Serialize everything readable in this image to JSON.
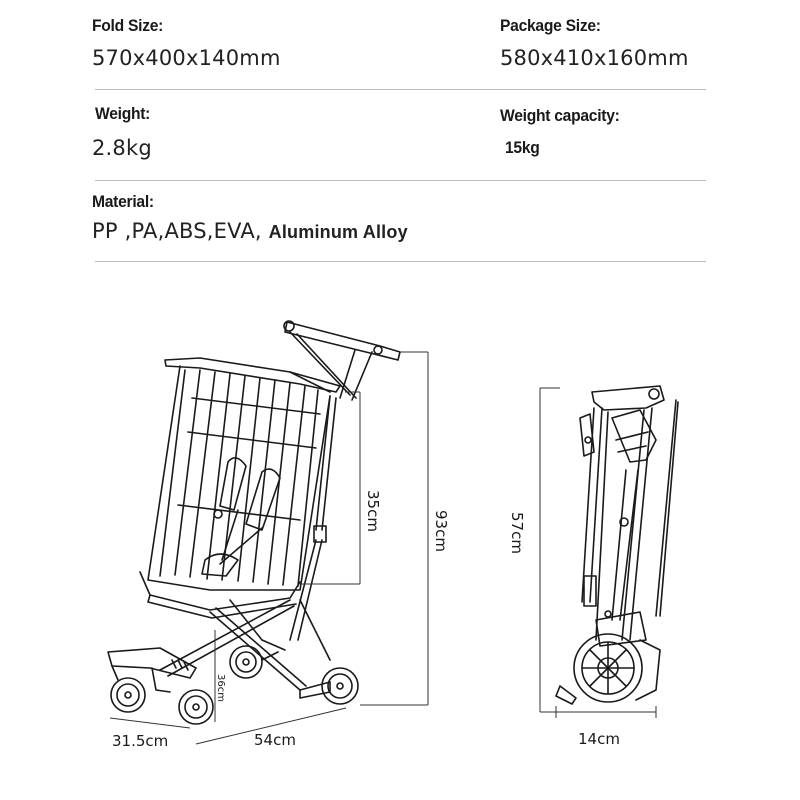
{
  "specs": {
    "fold_size": {
      "label": "Fold Size:",
      "value": "570x400x140mm"
    },
    "package_size": {
      "label": "Package Size:",
      "value": "580x410x160mm"
    },
    "weight": {
      "label": "Weight:",
      "value": "2.8kg"
    },
    "weight_capacity": {
      "label": "Weight capacity:",
      "value": "15kg"
    },
    "material": {
      "label": "Material:",
      "value_plain": "PP ,PA,ABS,EVA, ",
      "value_bold": "Aluminum Alloy"
    }
  },
  "dimensions": {
    "seat_height": "35cm",
    "total_height": "93cm",
    "wheel_height": "36cm",
    "front_width": "31.5cm",
    "length": "54cm",
    "folded_height": "57cm",
    "folded_depth": "14cm"
  }
}
